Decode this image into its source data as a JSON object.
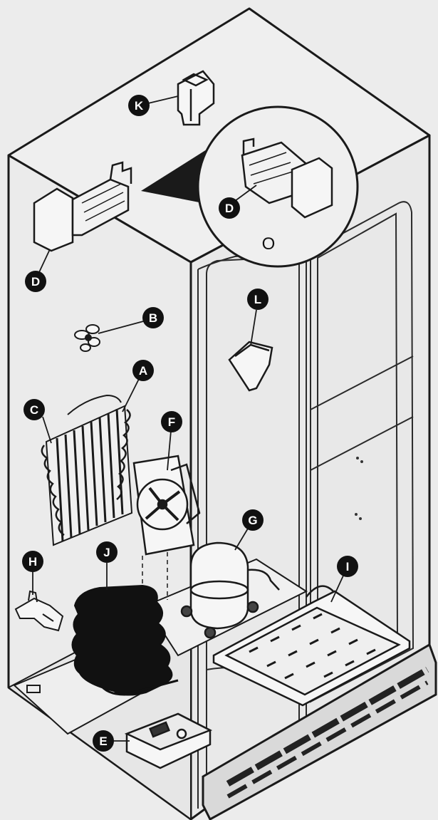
{
  "colors": {
    "background": "#ececec",
    "line": "#1a1a1a",
    "part_fill": "#f6f6f6",
    "callout_fill": "#111111",
    "callout_text": "#ffffff",
    "panel_fill": "#e4e4e4"
  },
  "callouts": {
    "A": "A",
    "B": "B",
    "C": "C",
    "D_left": "D",
    "D_inset": "D",
    "E": "E",
    "F": "F",
    "G": "G",
    "H": "H",
    "I": "I",
    "J": "J",
    "K": "K",
    "L": "L"
  },
  "inset": {
    "label": "O"
  }
}
